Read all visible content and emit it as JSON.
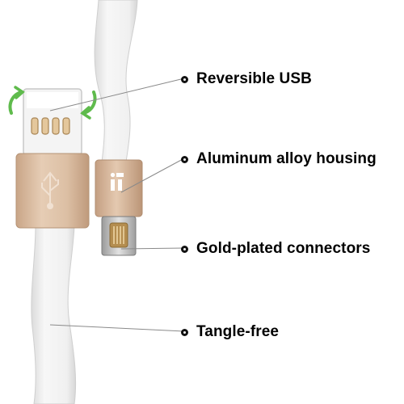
{
  "callouts": [
    {
      "label": "Reversible USB"
    },
    {
      "label": "Aluminum alloy housing"
    },
    {
      "label": "Gold-plated connectors"
    },
    {
      "label": "Tangle-free"
    }
  ],
  "colors": {
    "background": "#ffffff",
    "cable": "#f1f1f1",
    "housing_gold": "#d8b99e",
    "arrow_green": "#5fbb4c",
    "leader_line": "#8a8a8a",
    "label_text": "#000000"
  },
  "icons": [
    "usb-type-a-connector",
    "micro-usb-connector",
    "usb-trident-icon",
    "rotate-arrows-icon",
    "brand-logo"
  ]
}
